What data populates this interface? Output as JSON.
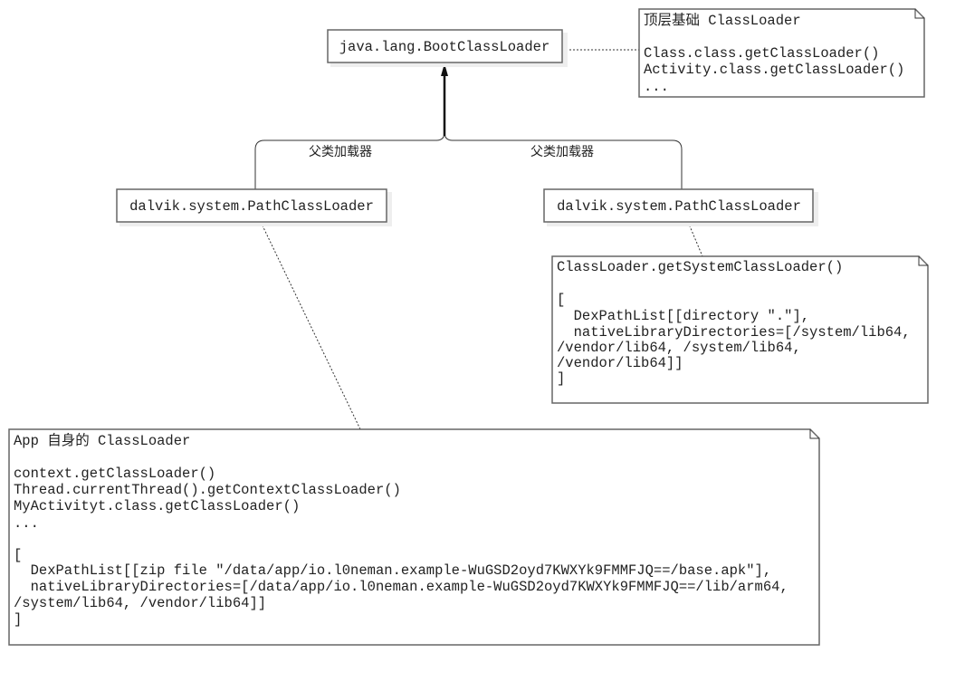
{
  "boot_loader": {
    "label": "java.lang.BootClassLoader"
  },
  "boot_note": {
    "lines": [
      "顶层基础 ClassLoader",
      "",
      "Class.class.getClassLoader()",
      "Activity.class.getClassLoader()",
      "..."
    ]
  },
  "edges": {
    "left_label": "父类加载器",
    "right_label": "父类加载器"
  },
  "left_loader": {
    "label": "dalvik.system.PathClassLoader"
  },
  "right_loader": {
    "label": "dalvik.system.PathClassLoader"
  },
  "system_note": {
    "lines": [
      "ClassLoader.getSystemClassLoader()",
      "",
      "[",
      "  DexPathList[[directory \".\"],",
      "  nativeLibraryDirectories=[/system/lib64,",
      "/vendor/lib64, /system/lib64,",
      "/vendor/lib64]]",
      "]"
    ]
  },
  "app_note": {
    "lines": [
      "App 自身的 ClassLoader",
      "",
      "context.getClassLoader()",
      "Thread.currentThread().getContextClassLoader()",
      "MyActivityt.class.getClassLoader()",
      "...",
      "",
      "[",
      "  DexPathList[[zip file \"/data/app/io.l0neman.example-WuGSD2oyd7KWXYk9FMMFJQ==/base.apk\"],",
      "  nativeLibraryDirectories=[/data/app/io.l0neman.example-WuGSD2oyd7KWXYk9FMMFJQ==/lib/arm64,",
      "/system/lib64, /vendor/lib64]]",
      "]"
    ]
  }
}
